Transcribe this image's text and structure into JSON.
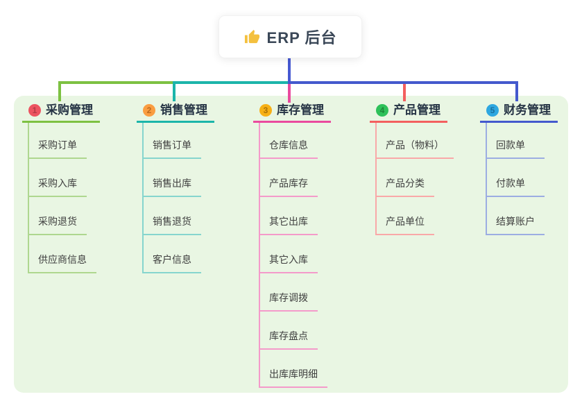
{
  "root": {
    "icon": "thumbs-up",
    "label": "ERP 后台"
  },
  "colors": {
    "canvas_bg": "#ffffff",
    "panel_bg": "#e9f6e3",
    "trunk": "#4759d2",
    "root_text": "#3a4757",
    "branch_title_text": "#263445",
    "child_text": "#404040",
    "thumb_icon": "#f4c03e"
  },
  "branches": [
    {
      "num": "1",
      "title": "采购管理",
      "badge_bg": "#ec5360",
      "badge_num_color": "#b23b46",
      "line": "#7dc142",
      "child_line": "#aed78f",
      "children": [
        "采购订单",
        "采购入库",
        "采购退货",
        "供应商信息"
      ]
    },
    {
      "num": "2",
      "title": "销售管理",
      "badge_bg": "#fa9d41",
      "badge_num_color": "#bc6a1e",
      "line": "#1cb5aa",
      "child_line": "#86d5ce",
      "children": [
        "销售订单",
        "销售出库",
        "销售退货",
        "客户信息"
      ]
    },
    {
      "num": "3",
      "title": "库存管理",
      "badge_bg": "#f7b016",
      "badge_num_color": "#a87208",
      "line": "#ea4a9e",
      "child_line": "#f49aca",
      "children": [
        "仓库信息",
        "产品库存",
        "其它出库",
        "其它入库",
        "库存调拨",
        "库存盘点",
        "出库库明细"
      ]
    },
    {
      "num": "4",
      "title": "产品管理",
      "badge_bg": "#2ec15a",
      "badge_num_color": "#1d8638",
      "line": "#f35f5f",
      "child_line": "#f9a8a8",
      "children": [
        "产品（物料）",
        "产品分类",
        "产品单位"
      ]
    },
    {
      "num": "5",
      "title": "财务管理",
      "badge_bg": "#2ea7e0",
      "badge_num_color": "#1a6f9e",
      "line": "#4459cd",
      "child_line": "#9cade2",
      "children": [
        "回款单",
        "付款单",
        "结算账户"
      ]
    }
  ]
}
